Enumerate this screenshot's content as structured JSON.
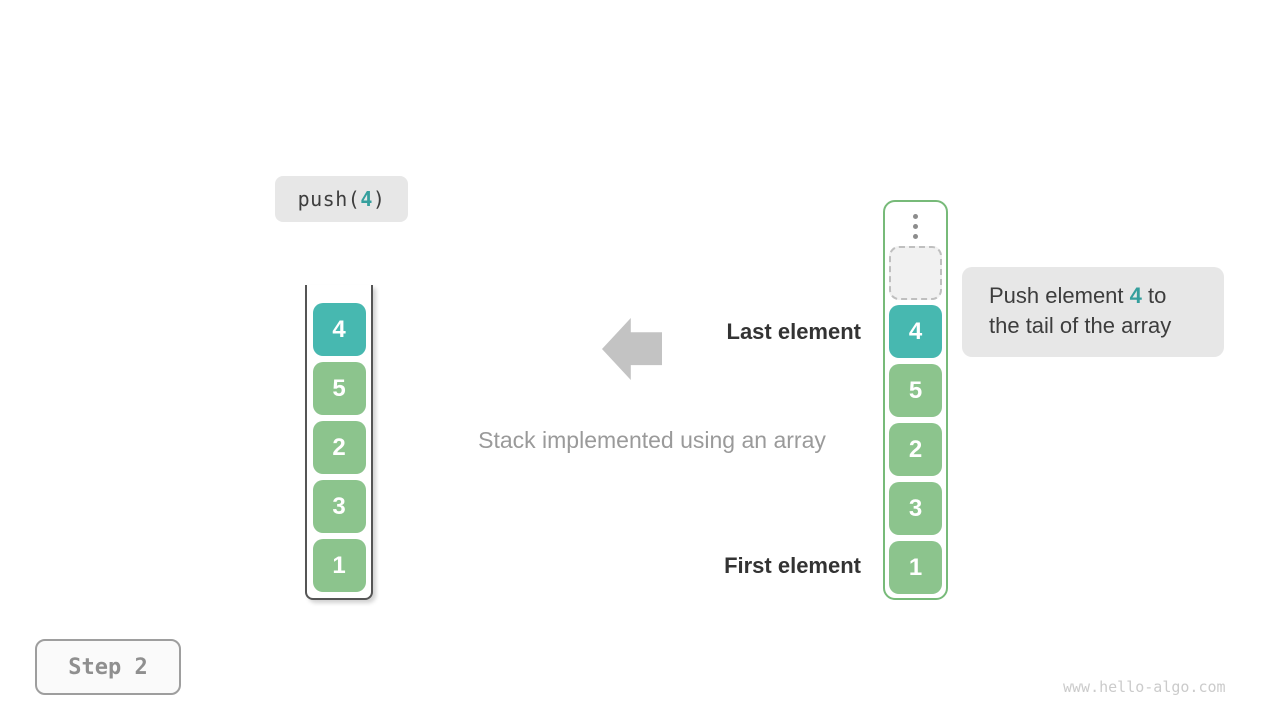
{
  "push_call": {
    "prefix": "push(",
    "arg": "4",
    "suffix": ")"
  },
  "left_stack": {
    "cells": [
      "4",
      "5",
      "2",
      "3",
      "1"
    ]
  },
  "right_stack": {
    "cells": [
      "4",
      "5",
      "2",
      "3",
      "1"
    ]
  },
  "labels": {
    "last_element": "Last element",
    "first_element": "First element",
    "caption": "Stack implemented using an array"
  },
  "annotation": {
    "line1_prefix": "Push element ",
    "value": "4",
    "line1_suffix": " to",
    "line2": "the tail of the array"
  },
  "step_label": "Step 2",
  "watermark": "www.hello-algo.com",
  "colors": {
    "teal_cell": "#47b8b0",
    "green_cell": "#8cc48d",
    "stack_border": "#77ba79",
    "accent_teal": "#359f9d",
    "label_dark": "#333333",
    "caption_gray": "#9a9a9a",
    "box_gray": "#e7e7e7",
    "arrow_gray": "#c3c3c3",
    "step_gray": "#8f8f8f",
    "watermark_gray": "#cbcbcb",
    "container_line": "#555555",
    "dash_border": "#bfbfbf",
    "dash_fill": "#f1f1f1",
    "dot_gray": "#8c8c8c"
  }
}
